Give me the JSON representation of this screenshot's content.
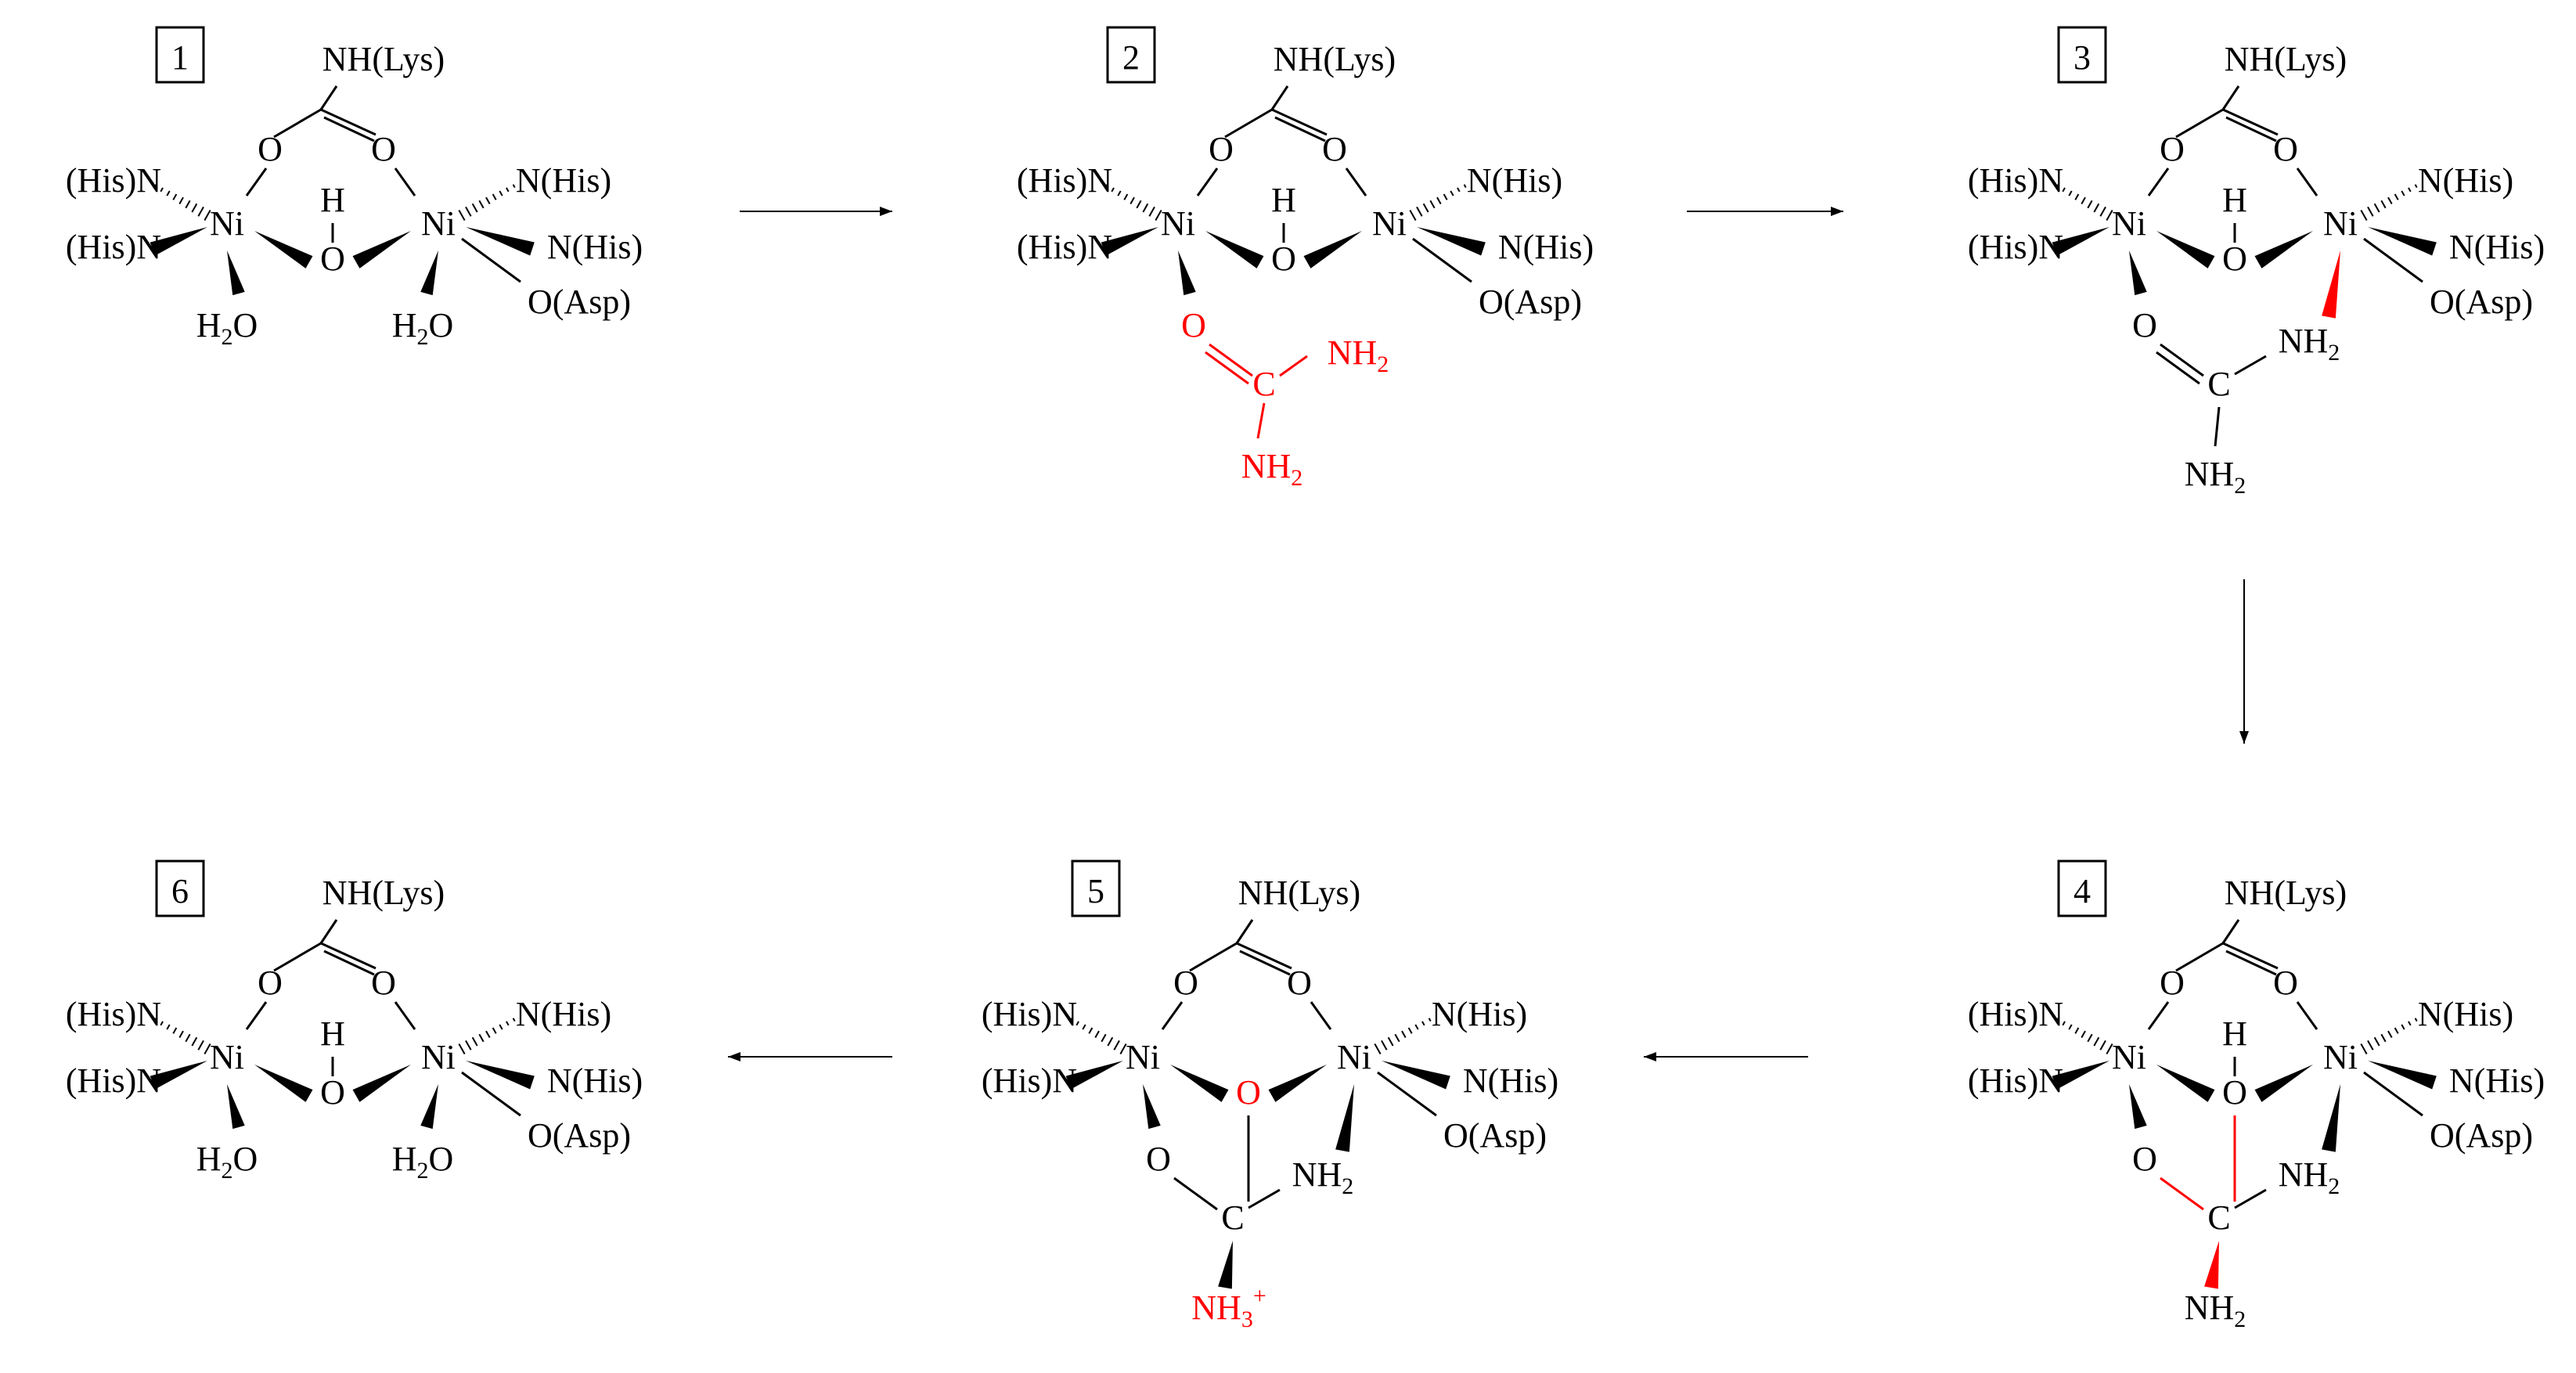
{
  "scheme": {
    "step_labels": [
      "1",
      "2",
      "3",
      "4",
      "5",
      "6"
    ],
    "reagent_colors": {
      "highlight": "#ff0000",
      "default": "#000000"
    },
    "common": {
      "lys": "NH(Lys)",
      "his_left": "(His)N",
      "his_right": "N(His)",
      "asp": "O(Asp)",
      "ni": "Ni",
      "o": "O",
      "h": "H",
      "c": "C",
      "nh": "NH",
      "h2o_h": "H",
      "h2o_o": "O",
      "sub2": "2",
      "sub3": "3",
      "plus": "+"
    }
  }
}
